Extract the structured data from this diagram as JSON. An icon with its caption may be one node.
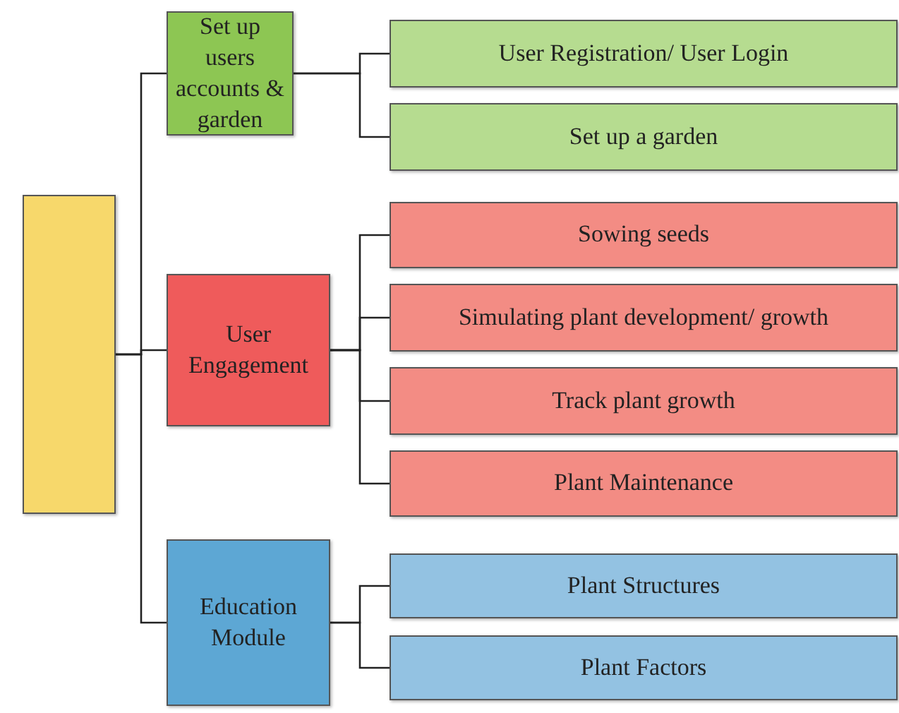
{
  "diagram": {
    "nodes": [
      {
        "text": [],
        "shape": "box"
      },
      {
        "text": [
          "Set up users accounts & garden"
        ]
      },
      {
        "text": [
          "User Engagement"
        ]
      },
      {
        "text": [
          "Education Module"
        ]
      },
      {
        "text": [
          "User Registration/ User Login"
        ]
      },
      {
        "text": [
          "Set up a garden"
        ]
      },
      {
        "text": [
          "Sowing seeds"
        ]
      },
      {
        "text": [
          "Simulating plant development/ growth"
        ]
      },
      {
        "text": [
          "Track plant growth"
        ]
      },
      {
        "text": [
          "Plant Maintenance"
        ]
      },
      {
        "text": [
          "Plant Structures"
        ]
      },
      {
        "text": [
          "Plant Factors"
        ]
      }
    ],
    "edges": [
      {
        "from": 0,
        "to": 1,
        "arrow": "none"
      },
      {
        "from": 0,
        "to": 2,
        "arrow": "none"
      },
      {
        "from": 0,
        "to": 3,
        "arrow": "none"
      },
      {
        "from": 1,
        "to": 4,
        "arrow": "none"
      },
      {
        "from": 1,
        "to": 5,
        "arrow": "none"
      },
      {
        "from": 2,
        "to": 6,
        "arrow": "none"
      },
      {
        "from": 2,
        "to": 7,
        "arrow": "none"
      },
      {
        "from": 2,
        "to": 8,
        "arrow": "none"
      },
      {
        "from": 2,
        "to": 9,
        "arrow": "none"
      },
      {
        "from": 3,
        "to": 10,
        "arrow": "none"
      },
      {
        "from": 3,
        "to": 11,
        "arrow": "none"
      }
    ]
  }
}
